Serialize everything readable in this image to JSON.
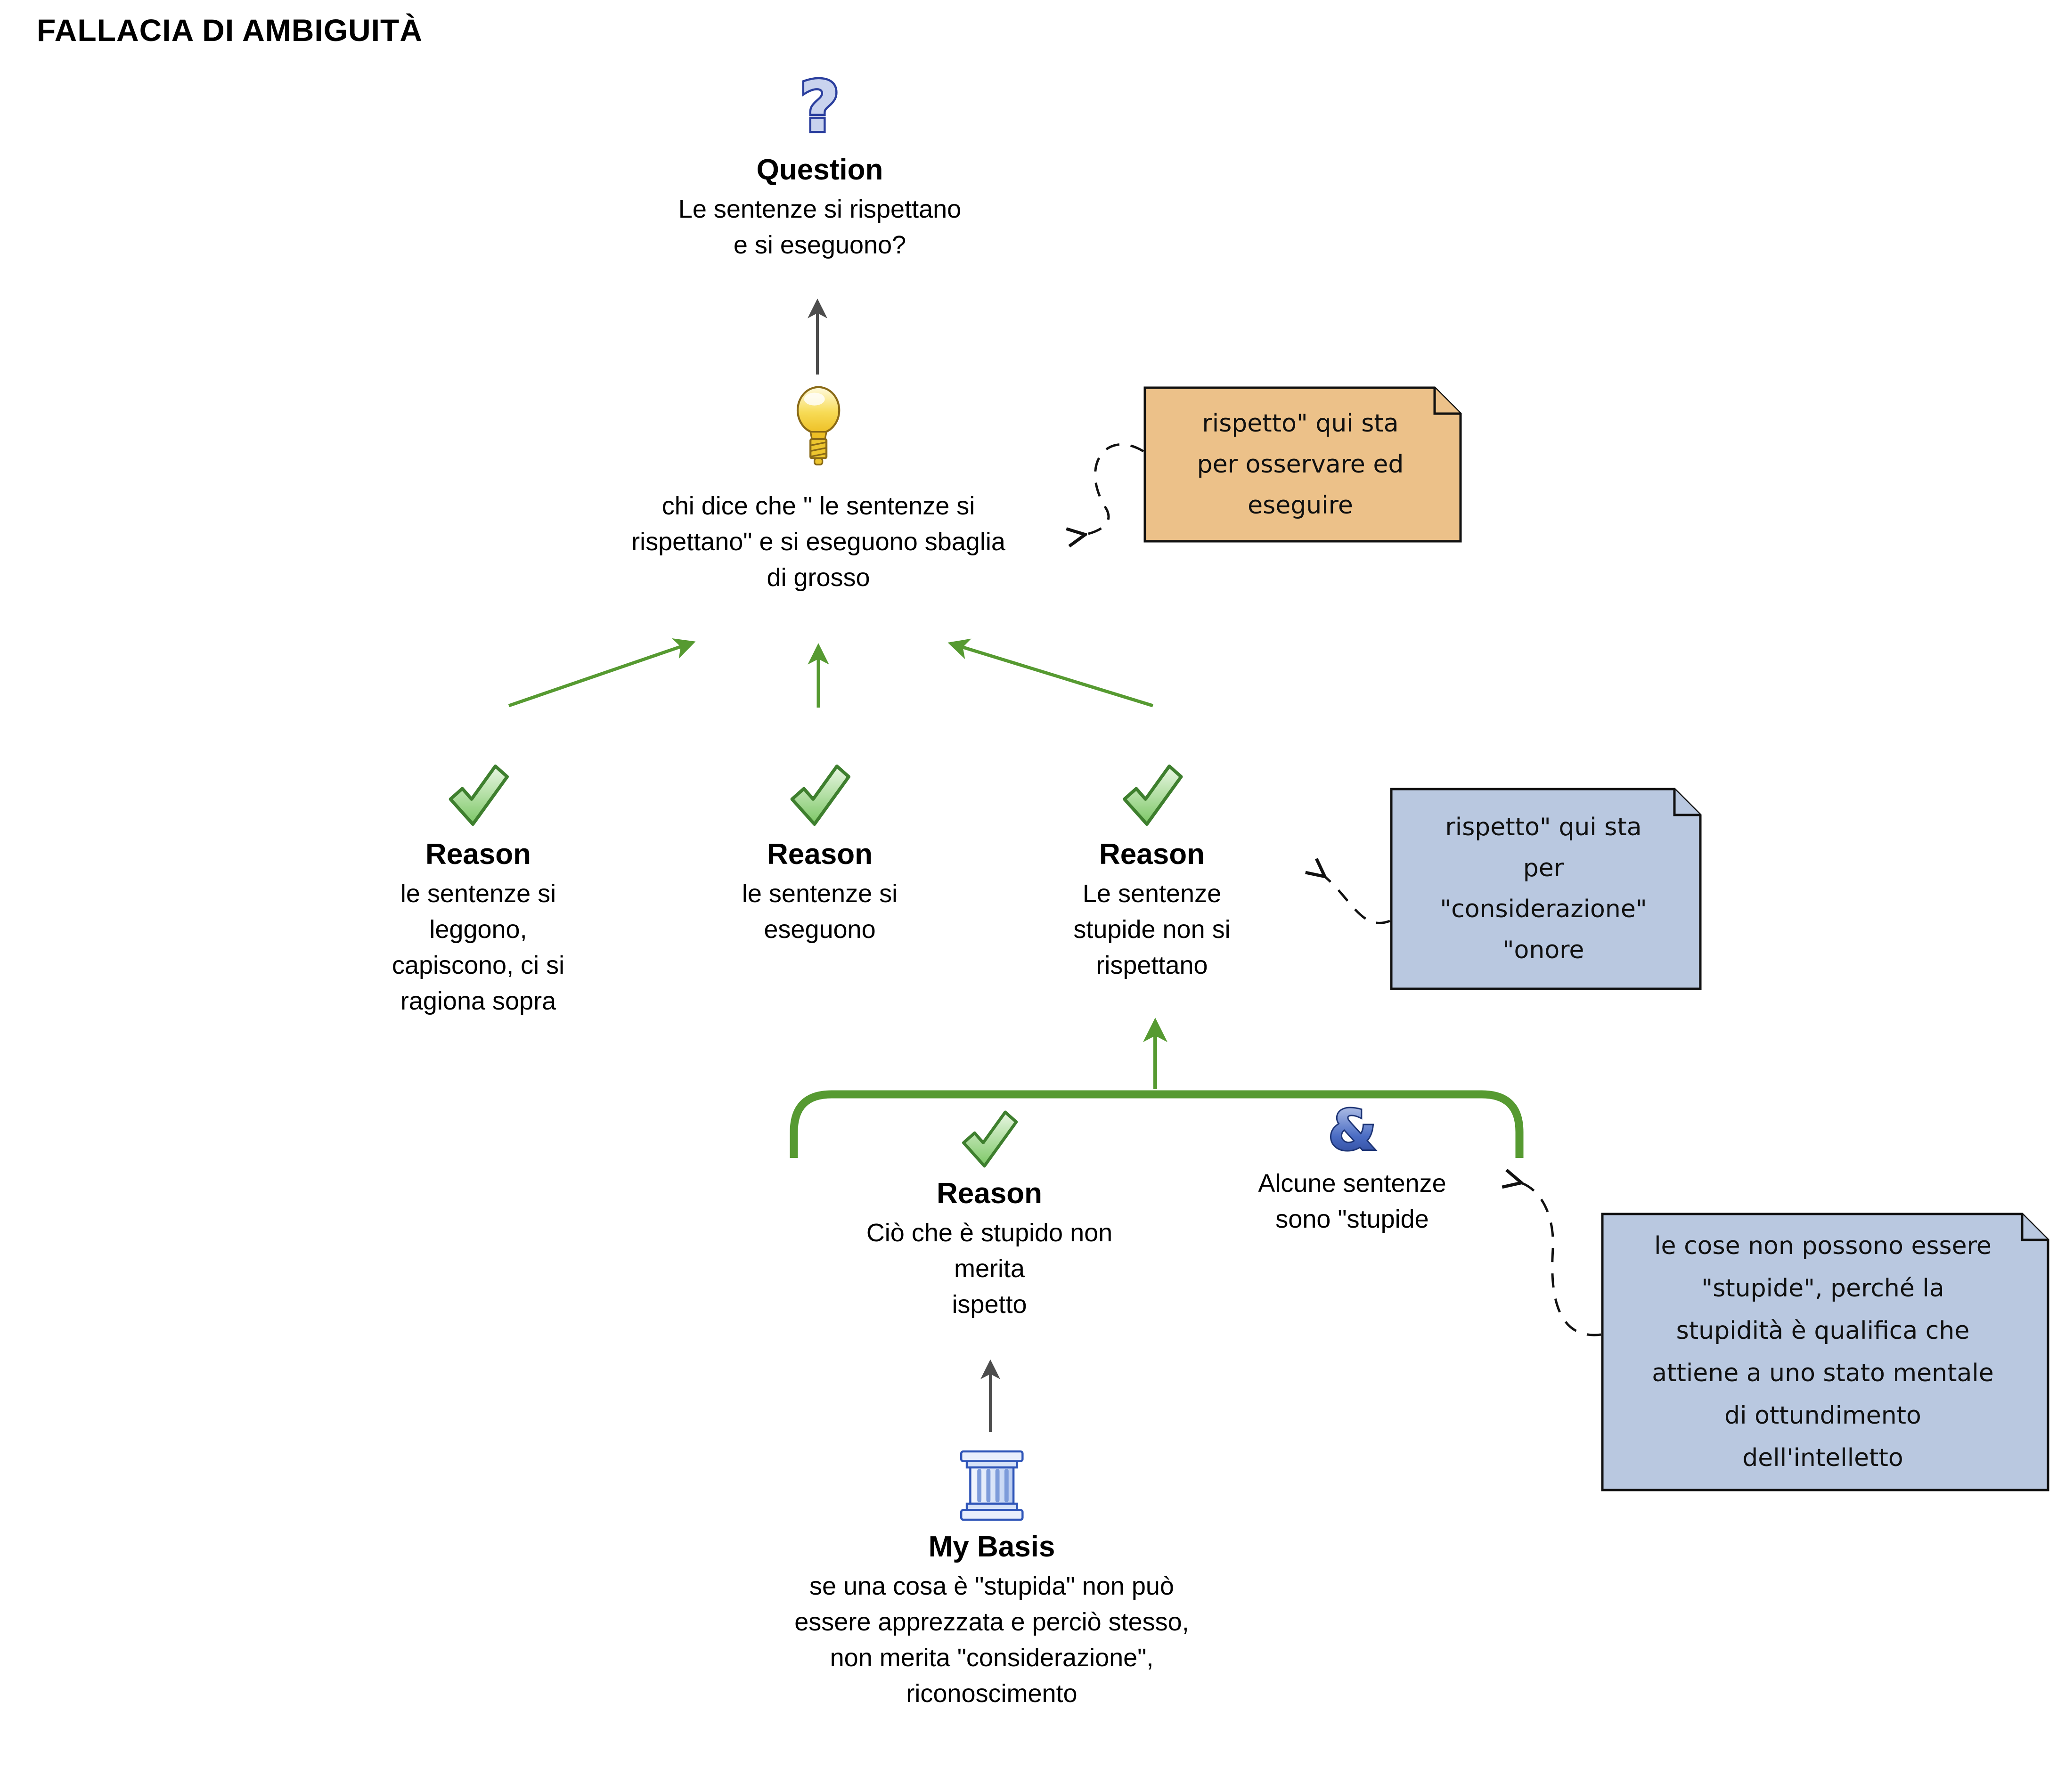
{
  "page": {
    "title": "FALLACIA DI AMBIGUITÀ",
    "background": "#ffffff"
  },
  "colors": {
    "accent_green": "#569a31",
    "arrow_gray": "#4d4d4d",
    "note_orange": "#ecc189",
    "note_blue": "#b9c8e0",
    "icon_blue_dark": "#2b3f9e",
    "check_green": "#7cc765"
  },
  "icons": {
    "question_glyph": "?",
    "ampersand_glyph": "&"
  },
  "nodes": {
    "question": {
      "label": "Question",
      "text": "Le sentenze si rispettano\ne si eseguono?"
    },
    "contention": {
      "text": "chi dice che \" le sentenze si\nrispettano\" e si eseguono sbaglia\ndi grosso"
    },
    "reason1": {
      "label": "Reason",
      "text": "le sentenze si\nleggono,\ncapiscono, ci si\nragiona sopra"
    },
    "reason2": {
      "label": "Reason",
      "text": "le sentenze si\neseguono"
    },
    "reason3": {
      "label": "Reason",
      "text": "Le sentenze\nstupide non si\nrispettano"
    },
    "group_reason": {
      "label": "Reason",
      "text": "Ciò che è stupido non\nmerita\nispetto"
    },
    "and_claim": {
      "text": "Alcune sentenze\nsono \"stupide"
    },
    "basis": {
      "label": "My Basis",
      "text": "se una cosa è \"stupida\" non può\nessere apprezzata e perciò stesso,\nnon merita \"considerazione\",\nriconoscimento"
    }
  },
  "notes": {
    "orange": {
      "text": "rispetto\" qui sta\nper osservare ed\neseguire"
    },
    "blue_top": {
      "text": "rispetto\" qui sta\nper\n\"considerazione\"\n\"onore"
    },
    "blue_bottom": {
      "text": "le cose non possono essere\n\"stupide\", perché la\nstupidità è qualifica che\nattiene a uno stato mentale\ndi ottundimento\ndell'intelletto"
    }
  }
}
